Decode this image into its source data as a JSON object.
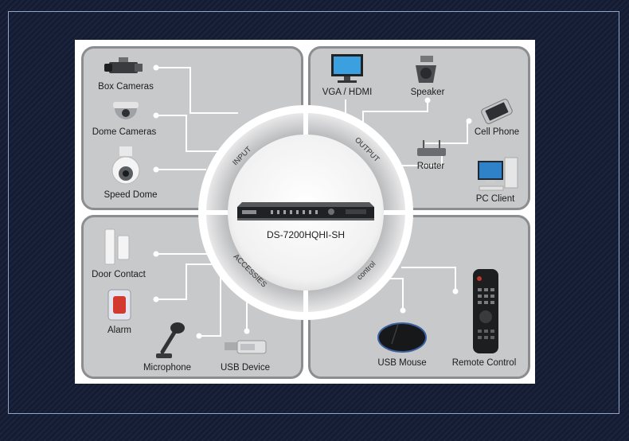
{
  "center": {
    "device_label": "DS-7200HQHI-SH",
    "ring_labels": {
      "input": "INPUT",
      "output": "OUTPUT",
      "accessories": "ACCESSIES",
      "control": "control"
    }
  },
  "input": {
    "box_cameras": "Box Cameras",
    "dome_cameras": "Dome Cameras",
    "speed_dome": "Speed Dome"
  },
  "output": {
    "vga_hdmi": "VGA / HDMI",
    "speaker": "Speaker",
    "cell_phone": "Cell Phone",
    "router": "Router",
    "pc_client": "PC Client"
  },
  "accessories": {
    "door_contact": "Door Contact",
    "alarm": "Alarm",
    "microphone": "Microphone",
    "usb_device": "USB Device"
  },
  "control": {
    "usb_mouse": "USB Mouse",
    "remote_control": "Remote Control"
  }
}
